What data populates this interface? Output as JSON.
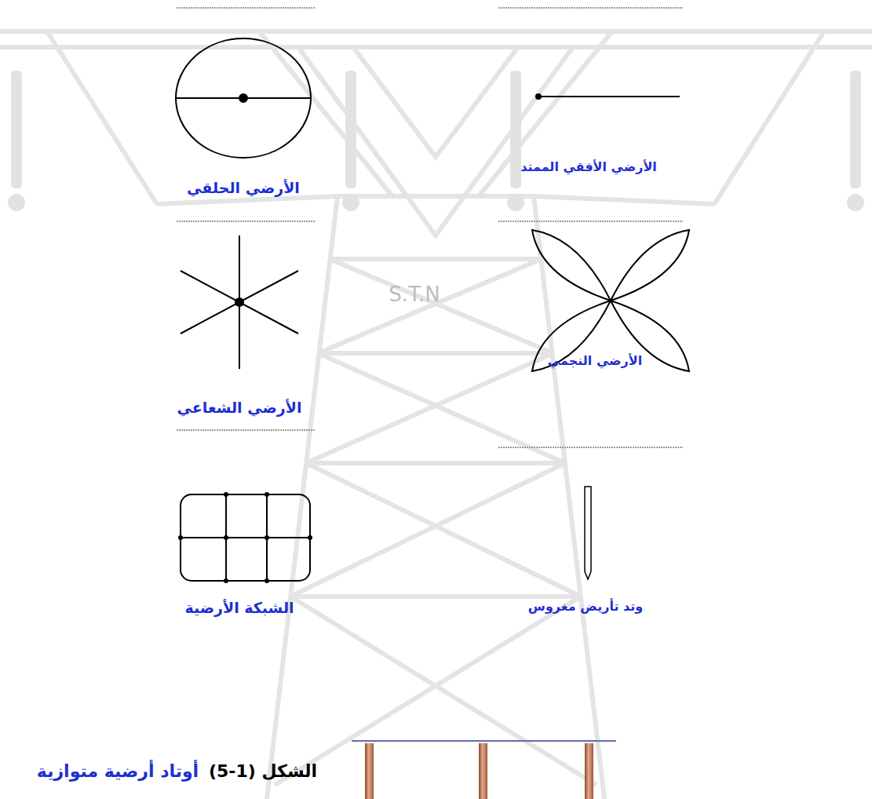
{
  "diagram": {
    "caption": "الشكل (1-5)",
    "labels": [
      "الأرضي الحلقي",
      "الأرضي الأفقي الممتد",
      "S.T.N",
      "الأرضي الشعاعي",
      "الأرضي النجمي",
      "الشبكة الأرضية",
      "وتد تأريض مغروس",
      "أوتاد أرضية متوازية"
    ]
  }
}
